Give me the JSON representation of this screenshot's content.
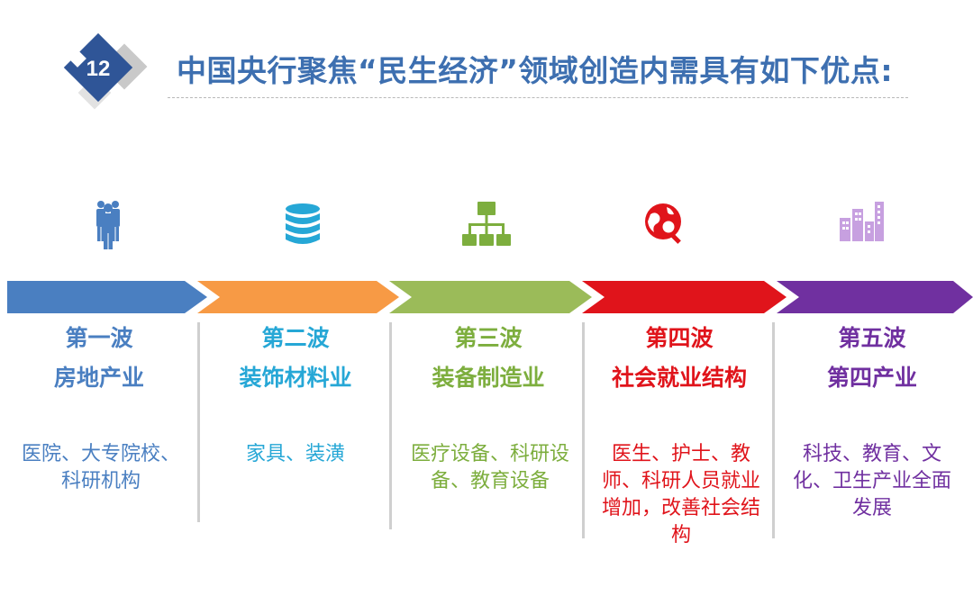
{
  "header": {
    "badge_number": "12",
    "title": "中国央行聚焦“民生经济”领域创造内需具有如下优点:"
  },
  "colors": {
    "title": "#3d6fb0",
    "blue": "#4a7fc1",
    "orange": "#f79a45",
    "green": "#9bbb59",
    "red": "#e0141b",
    "purple": "#7030a0",
    "cyan": "#26a7d6"
  },
  "waves": [
    {
      "wave": "第一波",
      "industry": "房地产业",
      "description": "医院、大专院校、科研机构",
      "icon": "people-icon"
    },
    {
      "wave": "第二波",
      "industry": "装饰材料业",
      "description": "家具、装潢",
      "icon": "database-icon"
    },
    {
      "wave": "第三波",
      "industry": "装备制造业",
      "description": "医疗设备、科研设备、教育设备",
      "icon": "org-chart-icon"
    },
    {
      "wave": "第四波",
      "industry": "社会就业结构",
      "description": "医生、护士、教师、科研人员就业增加，改善社会结构",
      "icon": "globe-search-icon"
    },
    {
      "wave": "第五波",
      "industry": "第四产业",
      "description": "科技、教育、文化、卫生产业全面发展",
      "icon": "city-buildings-icon"
    }
  ]
}
